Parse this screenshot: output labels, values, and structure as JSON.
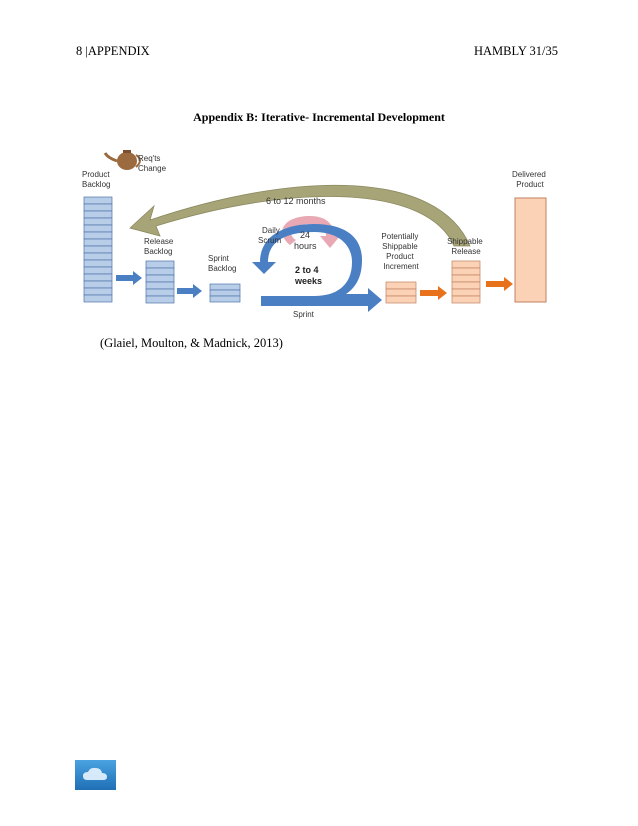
{
  "header": {
    "left": "8 |APPENDIX",
    "right": "HAMBLY 31/35"
  },
  "title": "Appendix B: Iterative- Incremental Development",
  "diagram": {
    "product_backlog": [
      "Product",
      "Backlog"
    ],
    "reqts_change": [
      "Req'ts",
      "Change"
    ],
    "cycle_label": "6 to 12 months",
    "release_backlog": [
      "Release",
      "Backlog"
    ],
    "sprint_backlog": [
      "Sprint",
      "Backlog"
    ],
    "daily_scrum": [
      "Daily",
      "Scrum"
    ],
    "hours_cycle": [
      "24",
      "hours"
    ],
    "weeks_cycle": [
      "2 to 4",
      "weeks"
    ],
    "sprint_label": "Sprint",
    "potentially_shippable": [
      "Potentially",
      "Shippable",
      "Product",
      "Increment"
    ],
    "shippable_release": [
      "Shippable",
      "Release"
    ],
    "delivered_product": [
      "Delivered",
      "Product"
    ],
    "colors": {
      "backlog_fill": "#b8cde8",
      "backlog_stroke": "#4f74a8",
      "increment_fill": "#fbd2b6",
      "increment_stroke": "#c08060",
      "blue_arrow": "#4a7fc4",
      "orange_arrow": "#e8721c",
      "olive_arrow": "#a7a478",
      "pink_arrow": "#e8a8b4",
      "text": "#333333"
    },
    "icons": [
      "teapot-icon"
    ]
  },
  "citation": "(Glaiel, Moulton, & Madnick, 2013)",
  "footer": {
    "icons": [
      "cloud-logo-icon"
    ]
  }
}
